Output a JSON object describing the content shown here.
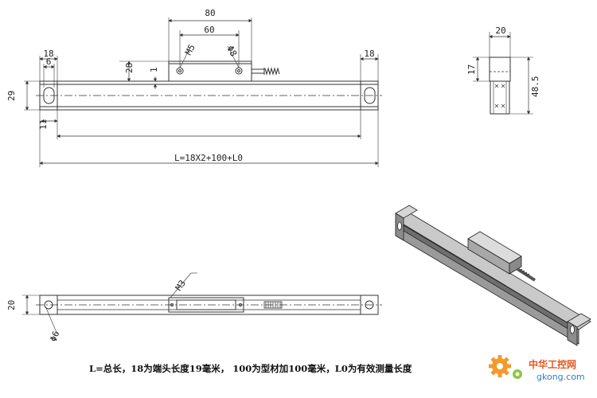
{
  "drawing": {
    "front_view": {
      "dims": [
        "80",
        "60",
        "M5",
        "Φ8",
        "1",
        "18",
        "6",
        "28",
        "18",
        "29",
        "11",
        "L=18X2+100+L0"
      ]
    },
    "side_view": {
      "dims": [
        "20",
        "17",
        "48.5"
      ]
    },
    "top_view": {
      "dims": [
        "M3",
        "20",
        "Φ6"
      ]
    },
    "caption": "L=总长，18为端头长度19毫米， 100为型材加100毫米，L0为有效测量长度"
  },
  "watermark": {
    "name": "中华工控网",
    "url": "gkong.com"
  },
  "colors": {
    "line": "#333333",
    "accent": "#e8541e",
    "logo_blue": "#2b7fc4"
  }
}
